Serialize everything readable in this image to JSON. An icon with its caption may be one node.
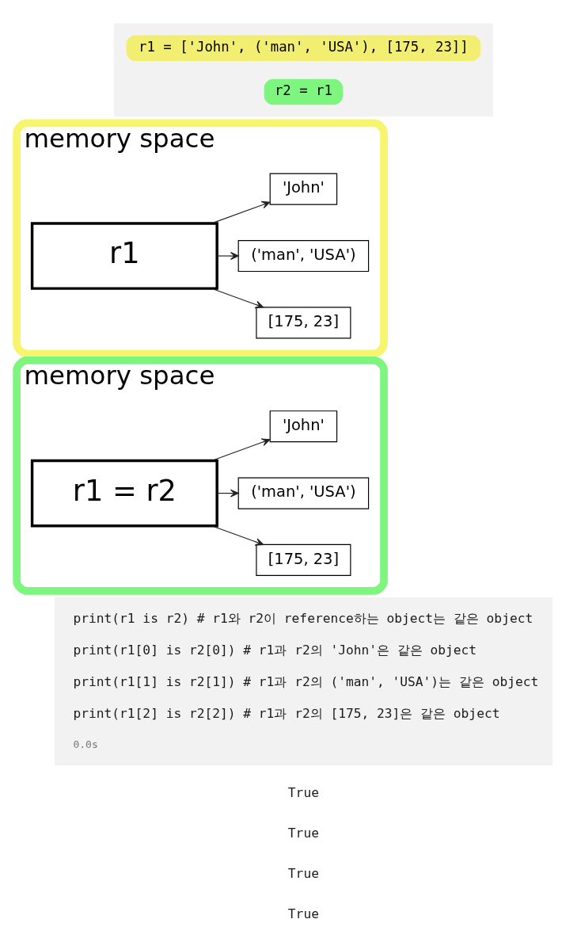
{
  "diagram": {
    "nodes": [
      {
        "text": [],
        "shape": "box"
      },
      {
        "text": [
          "r1 = ['John', ('man', 'USA'), [175, 23]]"
        ],
        "in": 0
      },
      {
        "text": [
          "r2 = r1"
        ],
        "in": 0
      },
      {
        "text": [
          "memory space"
        ]
      },
      {
        "text": [
          "r1"
        ],
        "in": 3
      },
      {
        "text": [
          "'John'"
        ],
        "in": 3
      },
      {
        "text": [
          "('man', 'USA')"
        ],
        "in": 3
      },
      {
        "text": [
          "[175, 23]"
        ],
        "in": 3
      },
      {
        "text": [
          "memory space"
        ]
      },
      {
        "text": [
          "r1 = r2"
        ],
        "in": 8
      },
      {
        "text": [
          "'John'"
        ],
        "in": 8
      },
      {
        "text": [
          "('man', 'USA')"
        ],
        "in": 8
      },
      {
        "text": [
          "[175, 23]"
        ],
        "in": 8
      },
      {
        "text": [
          "print(r1 is r2) # r1와 r2이 reference하는 object는 같은 object",
          "print(r1[0] is r2[0]) # r1과 r2의 'John'은 같은 object",
          "print(r1[1] is r2[1]) # r1과 r2의 ('man', 'USA')는 같은 object",
          "print(r1[2] is r2[2]) # r1과 r2의 [175, 23]은 같은 object",
          "0.0s"
        ]
      }
    ],
    "edges": [
      {
        "from": 4,
        "to": 5,
        "arrow": "to"
      },
      {
        "from": 4,
        "to": 6,
        "arrow": "to"
      },
      {
        "from": 4,
        "to": 7,
        "arrow": "to"
      },
      {
        "from": 9,
        "to": 10,
        "arrow": "to"
      },
      {
        "from": 9,
        "to": 11,
        "arrow": "to"
      },
      {
        "from": 9,
        "to": 12,
        "arrow": "to"
      }
    ],
    "labels": [
      "True",
      "True",
      "True",
      "True"
    ]
  }
}
